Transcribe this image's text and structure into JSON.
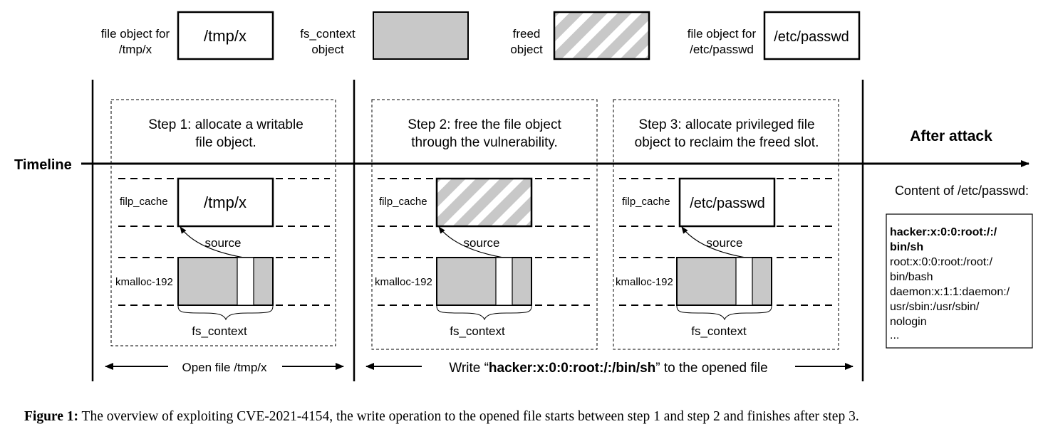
{
  "legend": {
    "tmpx": {
      "label_1": "file object for",
      "label_2": "/tmp/x",
      "box_text": "/tmp/x"
    },
    "fs_context": {
      "label_1": "fs_context",
      "label_2": "object"
    },
    "freed": {
      "label_1": "freed",
      "label_2": "object"
    },
    "passwd": {
      "label_1": "file object for",
      "label_2": "/etc/passwd",
      "box_text": "/etc/passwd"
    }
  },
  "timeline": {
    "label": "Timeline"
  },
  "after_attack": {
    "heading": "After attack",
    "content_title": "Content of /etc/passwd:",
    "bold_lines": [
      "hacker:x:0:0:root:/:/",
      "bin/sh"
    ],
    "lines": [
      "root:x:0:0:root:/root:/",
      "bin/bash",
      "daemon:x:1:1:daemon:/",
      "usr/sbin:/usr/sbin/",
      "nologin",
      "..."
    ]
  },
  "steps": [
    {
      "title_1": "Step 1: allocate a writable",
      "title_2": "file object.",
      "filp_label": "filp_cache",
      "filp_text": "/tmp/x",
      "source_label": "source",
      "kmalloc_label": "kmalloc-192",
      "fs_label": "fs_context"
    },
    {
      "title_1": "Step 2: free the file object",
      "title_2": "through the vulnerability.",
      "filp_label": "filp_cache",
      "filp_text": "",
      "source_label": "source",
      "kmalloc_label": "kmalloc-192",
      "fs_label": "fs_context"
    },
    {
      "title_1": "Step 3: allocate privileged file",
      "title_2": "object to reclaim the freed slot.",
      "filp_label": "filp_cache",
      "filp_text": "/etc/passwd",
      "source_label": "source",
      "kmalloc_label": "kmalloc-192",
      "fs_label": "fs_context"
    }
  ],
  "arrows": {
    "open": "Open file /tmp/x",
    "write_pre": "Write “",
    "write_bold": "hacker:x:0:0:root:/:/bin/sh",
    "write_post": "” to the opened file"
  },
  "caption": {
    "label": "Figure 1:",
    "text": " The overview of exploiting CVE-2021-4154, the write operation to the opened file starts between step 1 and step 2 and finishes after step 3."
  },
  "colors": {
    "fill_gray": "#c8c8c8",
    "stroke": "#000000"
  }
}
